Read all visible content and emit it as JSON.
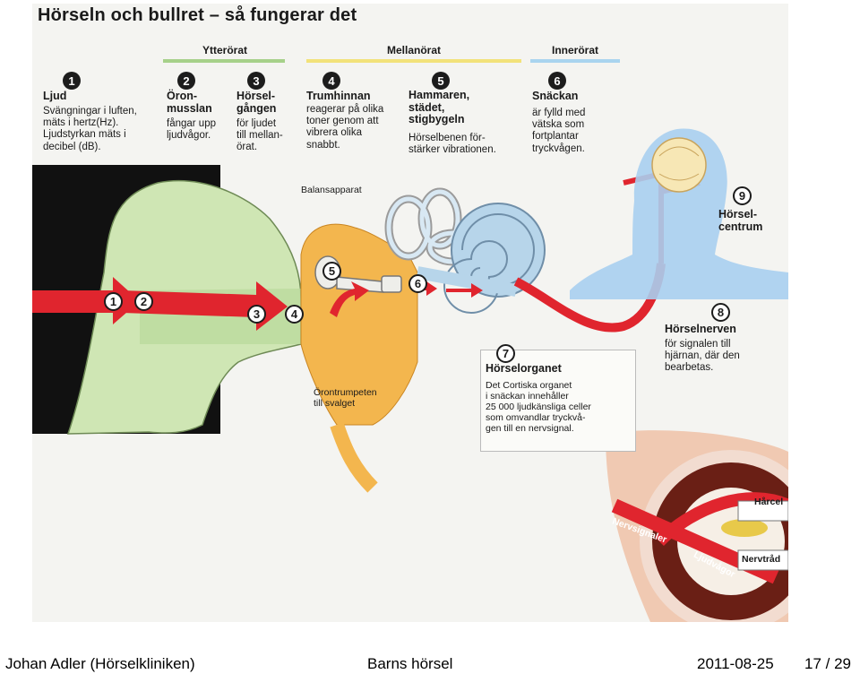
{
  "diagram": {
    "title": "Hörseln och bullret – så fungerar det",
    "sections": {
      "ytteroerat": "Ytterörat",
      "mellanoerat": "Mellanörat",
      "inneroerat": "Innerörat"
    },
    "steps": [
      {
        "num": "1",
        "head": "Ljud",
        "text": [
          "Svängningar i luften,",
          "mäts i hertz(Hz).",
          "Ljudstyrkan mäts i",
          "decibel (dB)."
        ]
      },
      {
        "num": "2",
        "head": "Öron-\nmusslan",
        "text": [
          "fångar upp",
          "ljudvågor."
        ]
      },
      {
        "num": "3",
        "head": "Hörsel-\ngången",
        "text": [
          "för ljudet",
          "till mellan-",
          "örat."
        ]
      },
      {
        "num": "4",
        "head": "Trumhinnan",
        "text": [
          "reagerar på olika",
          "toner genom att",
          "vibrera olika",
          "snabbt."
        ]
      },
      {
        "num": "5",
        "head": "Hammaren,\nstädet,\nstigbygeln",
        "text": [
          "Hörselbenen för-",
          "stärker vibrationen."
        ]
      },
      {
        "num": "6",
        "head": "Snäckan",
        "text": [
          "är fylld med",
          "vätska som",
          "fortplantar",
          "tryckvågen."
        ]
      },
      {
        "num": "7",
        "head": "Hörselorganet",
        "text": [
          "Det Cortiska organet",
          "i snäckan innehåller",
          "25 000 ljudkänsliga celler",
          "som omvandlar tryckvå-",
          "gen till en nervsignal."
        ]
      },
      {
        "num": "8",
        "head": "Hörselnerven",
        "text": [
          "för signalen till",
          "hjärnan, där den",
          "bearbetas."
        ]
      },
      {
        "num": "9",
        "head": "Hörsel-\ncentrum",
        "text": []
      }
    ],
    "labels": {
      "balansapparat": "Balansapparat",
      "oerontrumpeten": "Örontrumpeten\ntill svalget",
      "haarceller": "Hårcel",
      "nervtraadar": "Nervtråd",
      "nervsignaler": "Nervsignaler",
      "ljudvaagor": "Ljudvågor"
    }
  },
  "footer": {
    "author": "Johan Adler  (Hörselkliniken)",
    "center": "Barns hörsel",
    "date": "2011-08-25",
    "page": "17 / 29"
  }
}
